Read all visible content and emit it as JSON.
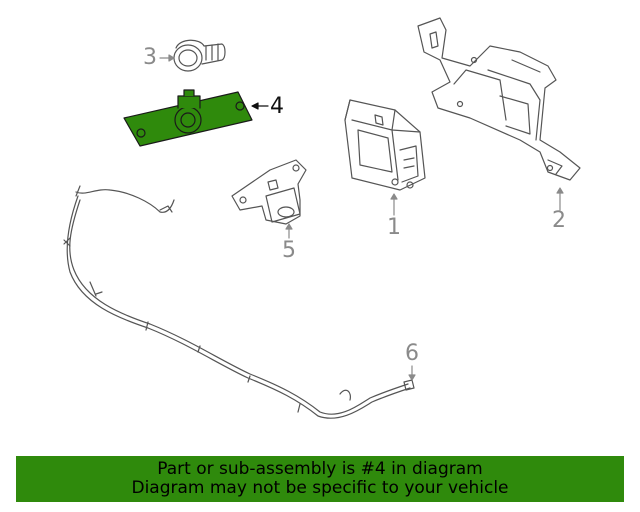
{
  "callouts": {
    "c1": "1",
    "c2": "2",
    "c3": "3",
    "c4": "4",
    "c5": "5",
    "c6": "6"
  },
  "banner": {
    "line1": "Part or sub-assembly is #4 in diagram",
    "line2": "Diagram may not be specific to your vehicle"
  },
  "colors": {
    "highlight": "#2f8a0c",
    "line_art": "#555555",
    "callout_gray": "#8a8a8a"
  }
}
